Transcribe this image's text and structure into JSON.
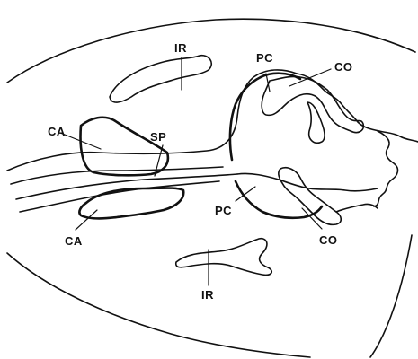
{
  "labels": {
    "ir_top": "IR",
    "pc_top": "PC",
    "co_top": "CO",
    "ca_top": "CA",
    "sp": "SP",
    "ca_bottom": "CA",
    "pc_bottom": "PC",
    "co_bottom": "CO",
    "ir_bottom": "IR"
  },
  "colors": {
    "line": "#111111",
    "background": "#ffffff"
  }
}
